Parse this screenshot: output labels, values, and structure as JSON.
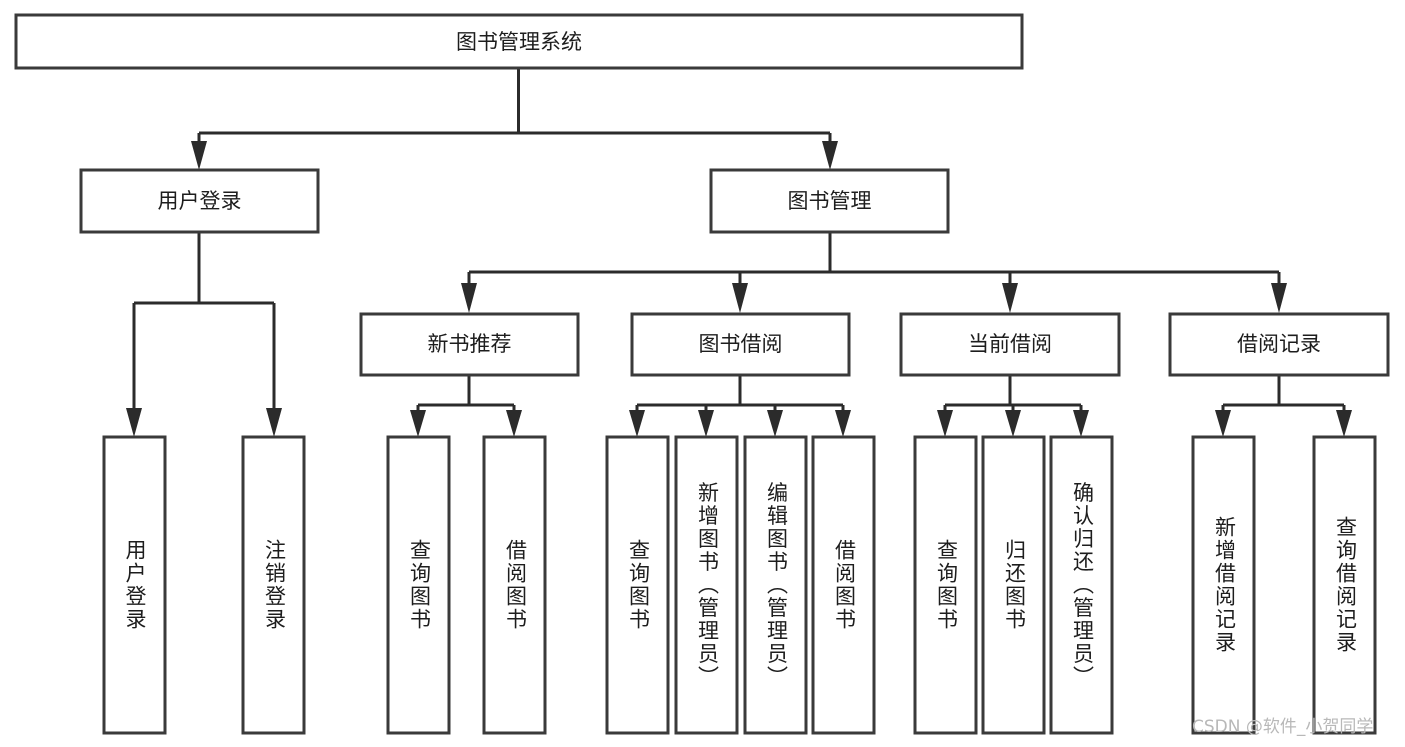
{
  "diagram": {
    "title": "图书管理系统",
    "watermark": "CSDN @软件_小贺同学",
    "colors": {
      "background": "#ffffff",
      "box_stroke": "#3a3a3a",
      "connector": "#2b2b2b",
      "text": "#1d1d1d",
      "watermark": "#b8b8b8"
    },
    "levels": {
      "root": {
        "label": "图书管理系统"
      },
      "level2": [
        {
          "id": "user-login",
          "label": "用户登录"
        },
        {
          "id": "book-management",
          "label": "图书管理"
        }
      ],
      "level3": [
        {
          "id": "new-book-recommend",
          "label": "新书推荐"
        },
        {
          "id": "book-borrow",
          "label": "图书借阅"
        },
        {
          "id": "current-borrow",
          "label": "当前借阅"
        },
        {
          "id": "borrow-record",
          "label": "借阅记录"
        }
      ],
      "leaves": {
        "user-login": [
          {
            "id": "leaf-user-login",
            "label": "用户登录"
          },
          {
            "id": "leaf-logout-login",
            "label": "注销登录"
          }
        ],
        "new-book-recommend": [
          {
            "id": "leaf-query-book-1",
            "label": "查询图书"
          },
          {
            "id": "leaf-borrow-book-1",
            "label": "借阅图书"
          }
        ],
        "book-borrow": [
          {
            "id": "leaf-query-book-2",
            "label": "查询图书"
          },
          {
            "id": "leaf-add-book",
            "label": "新增图书（管理员）"
          },
          {
            "id": "leaf-edit-book",
            "label": "编辑图书（管理员）"
          },
          {
            "id": "leaf-borrow-book-2",
            "label": "借阅图书"
          }
        ],
        "current-borrow": [
          {
            "id": "leaf-query-book-3",
            "label": "查询图书"
          },
          {
            "id": "leaf-return-book",
            "label": "归还图书"
          },
          {
            "id": "leaf-confirm-return",
            "label": "确认归还（管理员）"
          }
        ],
        "borrow-record": [
          {
            "id": "leaf-add-record",
            "label": "新增借阅记录"
          },
          {
            "id": "leaf-query-record",
            "label": "查询借阅记录"
          }
        ]
      }
    }
  }
}
